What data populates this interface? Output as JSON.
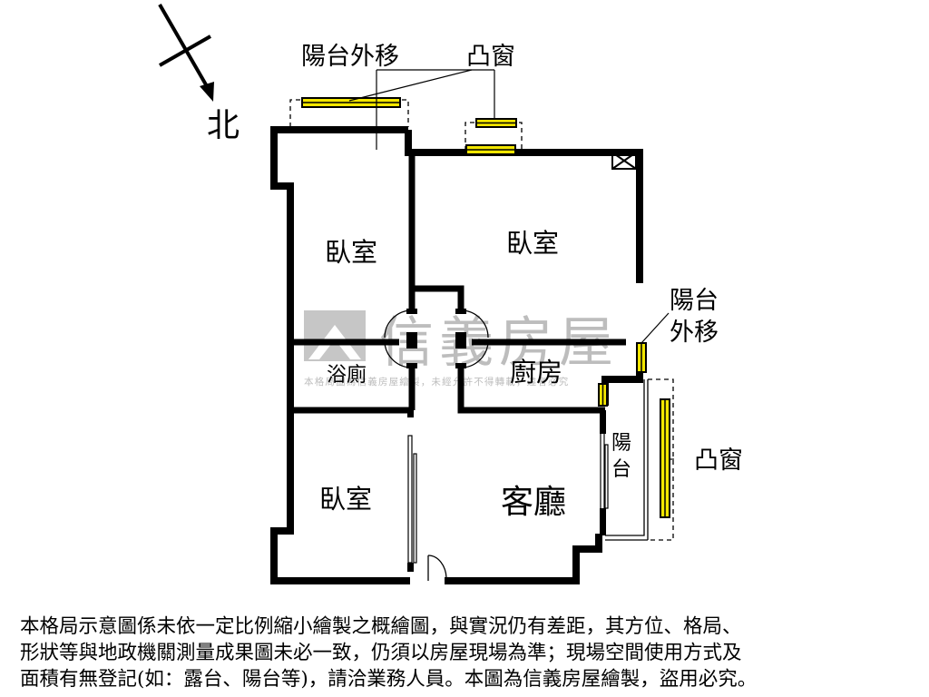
{
  "compass": {
    "north_label": "北"
  },
  "labels": {
    "balcony_moved_top": "陽台外移",
    "bay_window_top": "凸窗",
    "balcony_moved_right_line1": "陽台",
    "balcony_moved_right_line2": "外移",
    "bay_window_right": "凸窗"
  },
  "rooms": {
    "bedroom_top_left": "臥室",
    "bedroom_top_right": "臥室",
    "bathroom": "浴廁",
    "kitchen": "廚房",
    "balcony_char1": "陽",
    "balcony_char2": "台",
    "bedroom_bottom": "臥室",
    "living_room": "客廳"
  },
  "watermark": {
    "brand": "信義房屋",
    "notice": "本格局圖為信義房屋繪製，未經允許不得轉載，違者必究"
  },
  "disclaimer": {
    "line1": "本格局示意圖係未依一定比例縮小繪製之概繪圖，與實況仍有差距，其方位、格局、",
    "line2": "形狀等與地政機關測量成果圖未必一致，仍須以房屋現場為準；現場空間使用方式及",
    "line3": "面積有無登記(如：露台、陽台等)，請洽業務人員。本圖為信義房屋繪製，盜用必究。"
  },
  "colors": {
    "wall": "#000000",
    "window_fill": "#f2e600",
    "watermark": "#bdbdbd"
  }
}
